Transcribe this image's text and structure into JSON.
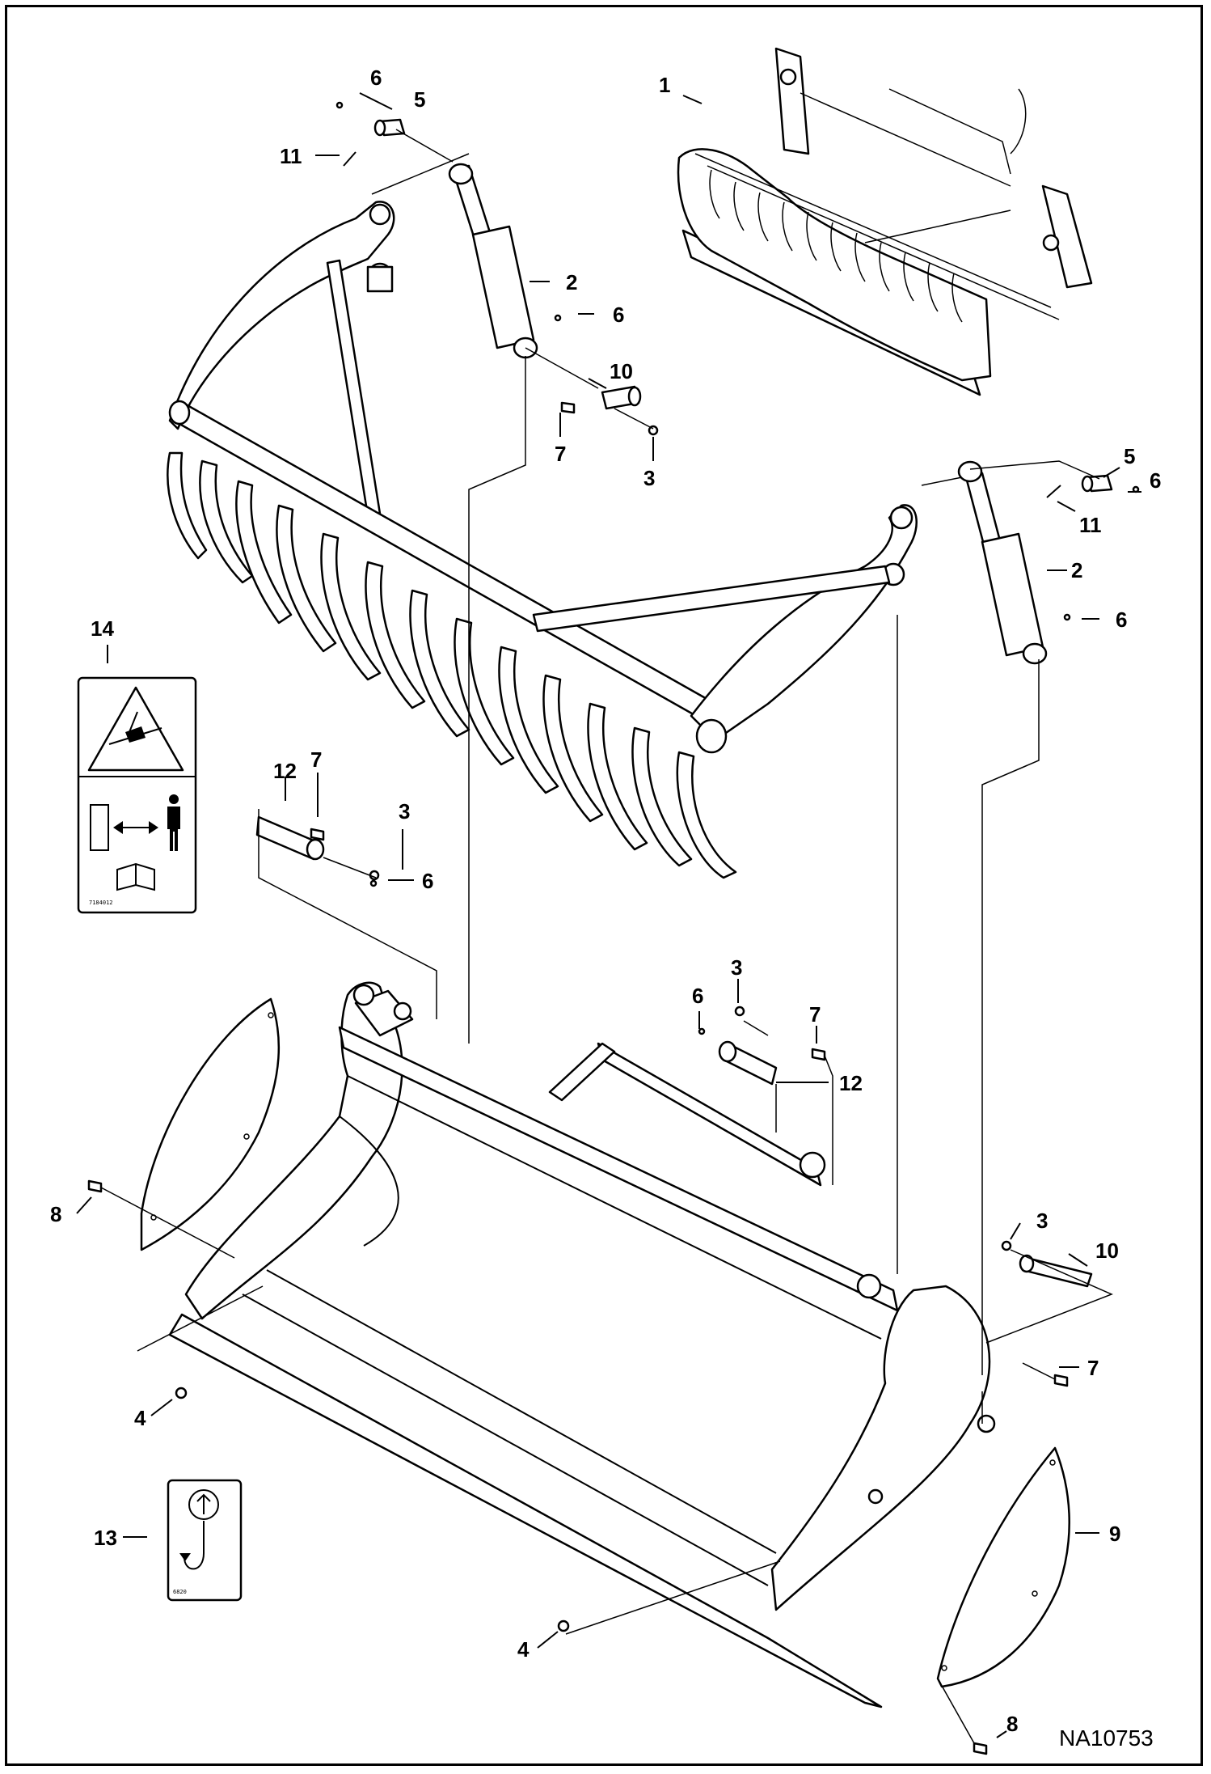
{
  "figure_id": "NA10753",
  "callouts": [
    {
      "key": "c1",
      "text": "1"
    },
    {
      "key": "c2a",
      "text": "2"
    },
    {
      "key": "c2b",
      "text": "2"
    },
    {
      "key": "c3a",
      "text": "3"
    },
    {
      "key": "c3b",
      "text": "3"
    },
    {
      "key": "c3c",
      "text": "3"
    },
    {
      "key": "c3d",
      "text": "3"
    },
    {
      "key": "c4a",
      "text": "4"
    },
    {
      "key": "c4b",
      "text": "4"
    },
    {
      "key": "c5a",
      "text": "5"
    },
    {
      "key": "c5b",
      "text": "5"
    },
    {
      "key": "c6a",
      "text": "6"
    },
    {
      "key": "c6b",
      "text": "6"
    },
    {
      "key": "c6c",
      "text": "6"
    },
    {
      "key": "c6d",
      "text": "6"
    },
    {
      "key": "c6e",
      "text": "6"
    },
    {
      "key": "c6f",
      "text": "6"
    },
    {
      "key": "c7a",
      "text": "7"
    },
    {
      "key": "c7b",
      "text": "7"
    },
    {
      "key": "c7c",
      "text": "7"
    },
    {
      "key": "c7d",
      "text": "7"
    },
    {
      "key": "c8a",
      "text": "8"
    },
    {
      "key": "c8b",
      "text": "8"
    },
    {
      "key": "c9",
      "text": "9"
    },
    {
      "key": "c10a",
      "text": "10"
    },
    {
      "key": "c10b",
      "text": "10"
    },
    {
      "key": "c11a",
      "text": "11"
    },
    {
      "key": "c11b",
      "text": "11"
    },
    {
      "key": "c12a",
      "text": "12"
    },
    {
      "key": "c12b",
      "text": "12"
    },
    {
      "key": "c13",
      "text": "13"
    },
    {
      "key": "c14",
      "text": "14"
    }
  ],
  "decals": {
    "warning_icon": "crush-hazard-icon",
    "keep_away_icon": "keep-clear-icon",
    "manual_icon": "read-manual-icon",
    "lift_point_icon": "lift-hook-icon"
  }
}
